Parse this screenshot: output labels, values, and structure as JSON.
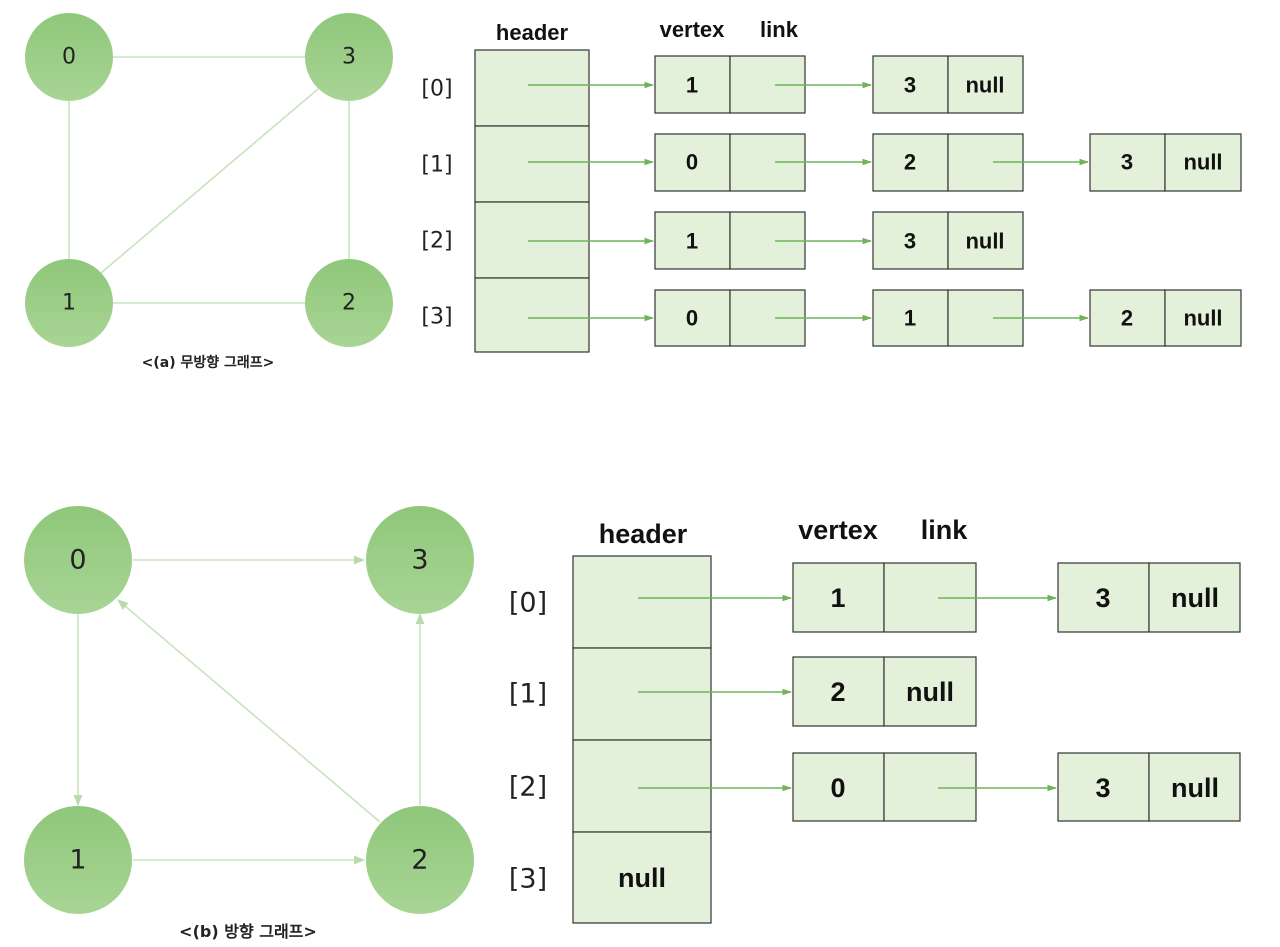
{
  "graph_a": {
    "caption": "<(a) 무방향 그래프>",
    "nodes": [
      "0",
      "1",
      "2",
      "3"
    ],
    "edges": [
      [
        "0",
        "3"
      ],
      [
        "0",
        "1"
      ],
      [
        "1",
        "2"
      ],
      [
        "1",
        "3"
      ],
      [
        "3",
        "2"
      ]
    ]
  },
  "list_a": {
    "header_label": "header",
    "vertex_label": "vertex",
    "link_label": "link",
    "rows": [
      {
        "index": "[0]",
        "nodes": [
          {
            "vertex": "1",
            "link": ""
          },
          {
            "vertex": "3",
            "link": "null"
          }
        ]
      },
      {
        "index": "[1]",
        "nodes": [
          {
            "vertex": "0",
            "link": ""
          },
          {
            "vertex": "2",
            "link": ""
          },
          {
            "vertex": "3",
            "link": "null"
          }
        ]
      },
      {
        "index": "[2]",
        "nodes": [
          {
            "vertex": "1",
            "link": ""
          },
          {
            "vertex": "3",
            "link": "null"
          }
        ]
      },
      {
        "index": "[3]",
        "nodes": [
          {
            "vertex": "0",
            "link": ""
          },
          {
            "vertex": "1",
            "link": ""
          },
          {
            "vertex": "2",
            "link": "null"
          }
        ]
      }
    ]
  },
  "graph_b": {
    "caption": "<(b) 방향 그래프>",
    "nodes": [
      "0",
      "1",
      "2",
      "3"
    ],
    "edges": [
      [
        "0",
        "3"
      ],
      [
        "0",
        "1"
      ],
      [
        "1",
        "2"
      ],
      [
        "2",
        "3"
      ],
      [
        "2",
        "0"
      ]
    ]
  },
  "list_b": {
    "header_label": "header",
    "vertex_label": "vertex",
    "link_label": "link",
    "rows": [
      {
        "index": "[0]",
        "header": "",
        "nodes": [
          {
            "vertex": "1",
            "link": ""
          },
          {
            "vertex": "3",
            "link": "null"
          }
        ]
      },
      {
        "index": "[1]",
        "header": "",
        "nodes": [
          {
            "vertex": "2",
            "link": "null"
          }
        ]
      },
      {
        "index": "[2]",
        "header": "",
        "nodes": [
          {
            "vertex": "0",
            "link": ""
          },
          {
            "vertex": "3",
            "link": "null"
          }
        ]
      },
      {
        "index": "[3]",
        "header": "null",
        "nodes": []
      }
    ]
  },
  "colors": {
    "node_top": "#94c97f",
    "node_bottom": "#a9d596",
    "edge": "#c9e3bd",
    "pointer": "#6fb35a",
    "cell_fill": "#e3f0da"
  }
}
